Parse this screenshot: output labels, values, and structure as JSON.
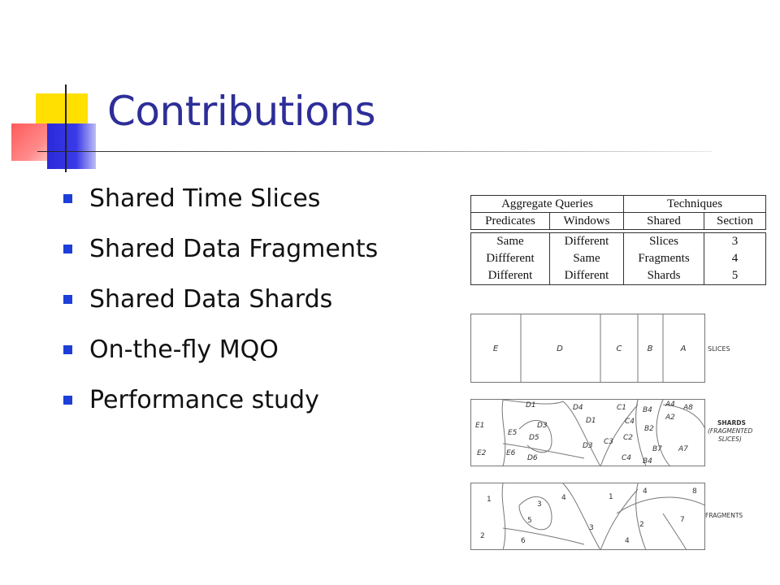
{
  "slide": {
    "title": "Contributions",
    "bullets": [
      "Shared Time Slices",
      "Shared Data Fragments",
      "Shared Data Shards",
      "On-the-fly MQO",
      "Performance study"
    ]
  },
  "table": {
    "group_headers": [
      "Aggregate Queries",
      "Techniques"
    ],
    "column_headers": [
      "Predicates",
      "Windows",
      "Shared",
      "Section"
    ],
    "rows": [
      [
        "Same",
        "Different",
        "Slices",
        "3"
      ],
      [
        "Diffferent",
        "Same",
        "Fragments",
        "4"
      ],
      [
        "Different",
        "Different",
        "Shards",
        "5"
      ]
    ]
  },
  "slices_diagram": {
    "labels": [
      "E",
      "D",
      "C",
      "B",
      "A"
    ],
    "caption": "SLICES"
  },
  "shards_diagram": {
    "labels": [
      "D1",
      "D4",
      "C1",
      "B4",
      "A4",
      "A8",
      "E1",
      "D3",
      "D1",
      "C4",
      "A2",
      "E5",
      "D5",
      "B2",
      "C3",
      "C2",
      "D3",
      "E2",
      "E6",
      "D6",
      "B7",
      "A7",
      "C4",
      "B4"
    ],
    "caption_line1": "SHARDS",
    "caption_line2": "(FRAGMENTED",
    "caption_line3": "SLICES)"
  },
  "fragments_diagram": {
    "labels": [
      "1",
      "4",
      "1",
      "4",
      "8",
      "3",
      "5",
      "7",
      "3",
      "2",
      "2",
      "6",
      "4"
    ],
    "caption": "FRAGMENTS"
  }
}
